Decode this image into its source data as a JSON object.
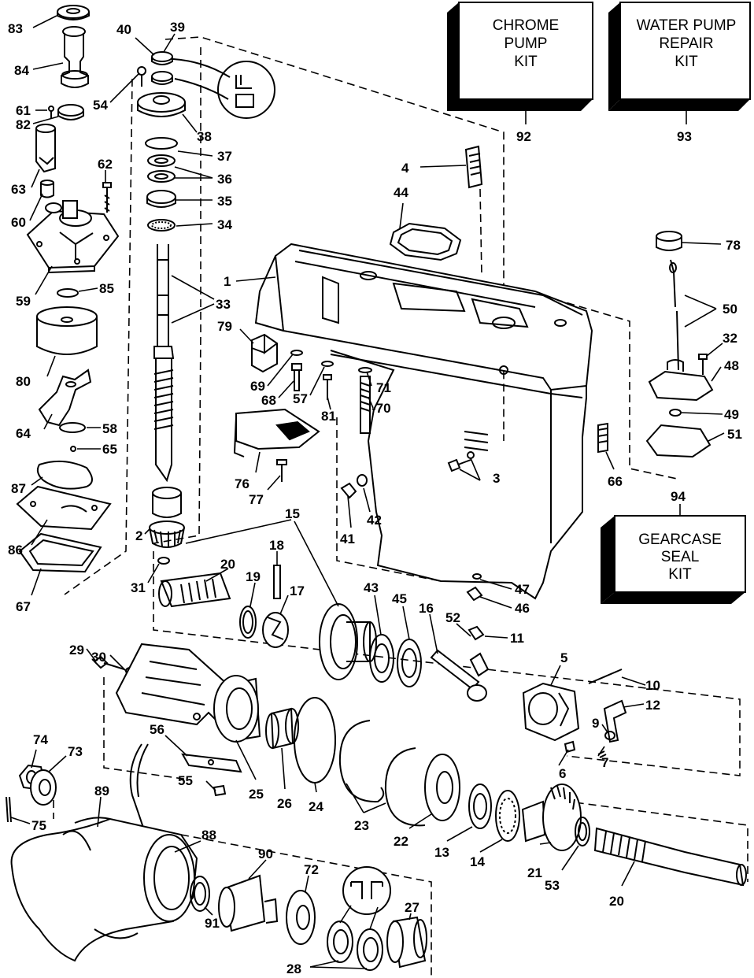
{
  "kits": [
    {
      "id": "kit-92",
      "lines": [
        "CHROME",
        "PUMP",
        "KIT"
      ],
      "number": "92"
    },
    {
      "id": "kit-93",
      "lines": [
        "WATER PUMP",
        "REPAIR",
        "KIT"
      ],
      "number": "93"
    },
    {
      "id": "kit-94",
      "lines": [
        "GEARCASE",
        "SEAL",
        "KIT"
      ],
      "number": "94"
    }
  ],
  "callouts": {
    "c83": "83",
    "c84": "84",
    "c61": "61",
    "c82": "82",
    "c63": "63",
    "c60": "60",
    "c62": "62",
    "c59": "59",
    "c85": "85",
    "c80": "80",
    "c64": "64",
    "c58": "58",
    "c65": "65",
    "c87": "87",
    "c86": "86",
    "c67": "67",
    "c40": "40",
    "c39": "39",
    "c54": "54",
    "c38": "38",
    "c37": "37",
    "c36": "36",
    "c35": "35",
    "c34": "34",
    "c33": "33",
    "c2": "2",
    "c31": "31",
    "c1": "1",
    "c4": "4",
    "c44": "44",
    "c79": "79",
    "c69": "69",
    "c68": "68",
    "c57": "57",
    "c81": "81",
    "c71": "71",
    "c70": "-70",
    "c3": "3",
    "c76": "76",
    "c77": "77",
    "c41": "41",
    "c42": "42",
    "c78": "78",
    "c50": "50",
    "c32": "32",
    "c48": "48",
    "c49": "49",
    "c51": "51",
    "c66": "66",
    "c15": "15",
    "c18": "18",
    "c20a": "20",
    "c19": "19",
    "c17": "17",
    "c43": "43",
    "c45": "45",
    "c16": "16",
    "c52": "52",
    "c11": "11",
    "c47": "47",
    "c46": "46",
    "c29": "29",
    "c30": "30",
    "c5": "5",
    "c10": "10",
    "c12": "12",
    "c9": "9",
    "c7": "7",
    "c6": "6",
    "c56": "56",
    "c55": "55",
    "c25": "25",
    "c26": "26",
    "c24": "24",
    "c23": "23",
    "c22": "22",
    "c13": "13",
    "c14": "14",
    "c21": "21",
    "c53": "53",
    "c20b": "20",
    "c74": "74",
    "c73": "73",
    "c75": "75",
    "c89": "89",
    "c88": "88",
    "c90": "90",
    "c72": "72",
    "c91": "91",
    "c27": "27",
    "c28": "28"
  }
}
